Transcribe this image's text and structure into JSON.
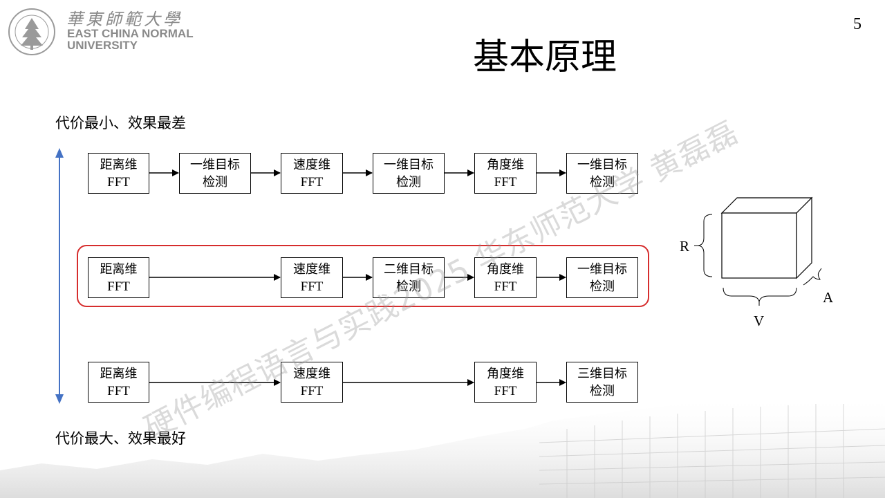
{
  "header": {
    "university_cn": "華東師範大學",
    "university_en_line1": "EAST CHINA NORMAL",
    "university_en_line2": "UNIVERSITY",
    "page_number": "5"
  },
  "title": "基本原理",
  "labels": {
    "top": "代价最小、效果最差",
    "bottom": "代价最大、效果最好"
  },
  "rows": [
    {
      "boxes": [
        {
          "line1": "距离维",
          "line2": "FFT"
        },
        {
          "line1": "一维目标",
          "line2": "检测"
        },
        {
          "line1": "速度维",
          "line2": "FFT"
        },
        {
          "line1": "一维目标",
          "line2": "检测"
        },
        {
          "line1": "角度维",
          "line2": "FFT"
        },
        {
          "line1": "一维目标",
          "line2": "检测"
        }
      ]
    },
    {
      "boxes": [
        {
          "line1": "距离维",
          "line2": "FFT"
        },
        {
          "line1": "速度维",
          "line2": "FFT"
        },
        {
          "line1": "二维目标",
          "line2": "检测"
        },
        {
          "line1": "角度维",
          "line2": "FFT"
        },
        {
          "line1": "一维目标",
          "line2": "检测"
        }
      ]
    },
    {
      "boxes": [
        {
          "line1": "距离维",
          "line2": "FFT"
        },
        {
          "line1": "速度维",
          "line2": "FFT"
        },
        {
          "line1": "角度维",
          "line2": "FFT"
        },
        {
          "line1": "三维目标",
          "line2": "检测"
        }
      ]
    }
  ],
  "cube": {
    "r_label": "R",
    "v_label": "V",
    "a_label": "A"
  },
  "watermark": "硬件编程语言与实践2025 华东师范大学 黄磊磊",
  "colors": {
    "arrow_blue": "#4472c4",
    "highlight_red": "#d62d2d"
  }
}
